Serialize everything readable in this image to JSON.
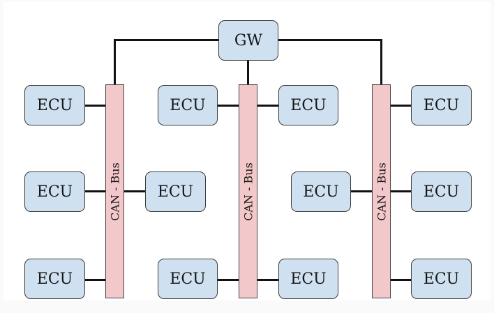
{
  "diagram": {
    "gateway": {
      "label": "GW"
    },
    "buses": [
      {
        "label": "CAN - Bus",
        "ecus": [
          {
            "label": "ECU",
            "side": "left",
            "row": 1
          },
          {
            "label": "ECU",
            "side": "left",
            "row": 2
          },
          {
            "label": "ECU",
            "side": "right",
            "row": 2
          },
          {
            "label": "ECU",
            "side": "left",
            "row": 3
          }
        ]
      },
      {
        "label": "CAN - Bus",
        "ecus": [
          {
            "label": "ECU",
            "side": "left",
            "row": 1
          },
          {
            "label": "ECU",
            "side": "right",
            "row": 1
          },
          {
            "label": "ECU",
            "side": "left",
            "row": 3
          },
          {
            "label": "ECU",
            "side": "right",
            "row": 3
          }
        ]
      },
      {
        "label": "CAN - Bus",
        "ecus": [
          {
            "label": "ECU",
            "side": "right",
            "row": 1
          },
          {
            "label": "ECU",
            "side": "left",
            "row": 2
          },
          {
            "label": "ECU",
            "side": "right",
            "row": 2
          },
          {
            "label": "ECU",
            "side": "right",
            "row": 3
          }
        ]
      }
    ]
  }
}
